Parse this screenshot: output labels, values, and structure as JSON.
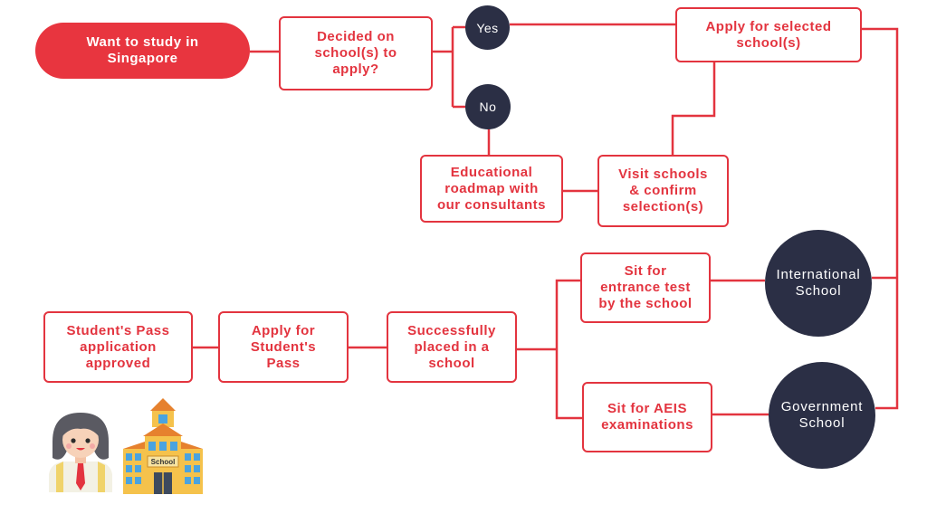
{
  "colors": {
    "accent": "#e3343f",
    "node_dark": "#2b2f45"
  },
  "nodes": {
    "start": "Want to study in\nSingapore",
    "decided": "Decided on\nschool(s) to\napply?",
    "yes": "Yes",
    "no": "No",
    "apply_selected": "Apply for selected\nschool(s)",
    "roadmap": "Educational\nroadmap with\nour consultants",
    "visit": "Visit schools\n& confirm\nselection(s)",
    "entrance_test": "Sit for\nentrance test\nby the school",
    "aeis": "Sit for AEIS\nexaminations",
    "international": "International\nSchool",
    "government": "Government\nSchool",
    "placed": "Successfully\nplaced in a\nschool",
    "apply_pass": "Apply for\nStudent's\nPass",
    "pass_approved": "Student's Pass\napplication\napproved"
  },
  "illustration": {
    "school_sign": "School"
  },
  "icons": {
    "student": "student-girl-icon",
    "building": "school-building-icon"
  }
}
